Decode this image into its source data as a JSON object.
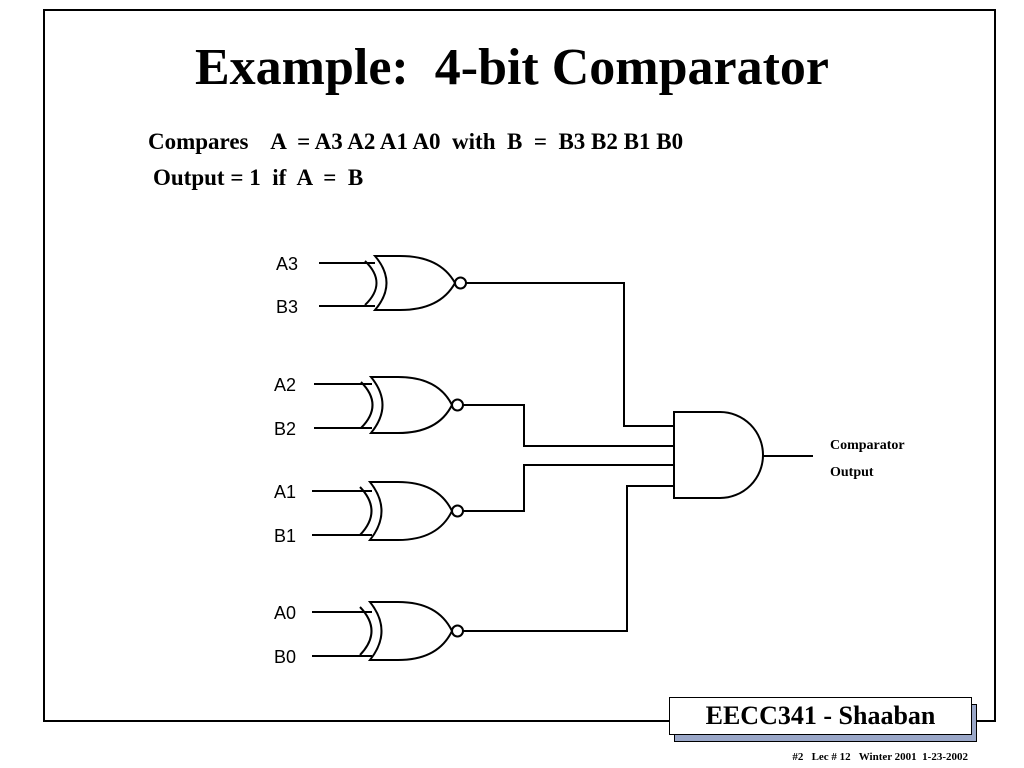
{
  "slide": {
    "title": "Example:  4-bit Comparator",
    "description": [
      "Compares    A  = A3 A2 A1 A0  with  B  =  B3 B2 B1 B0",
      "Output = 1  if  A  =  B"
    ]
  },
  "circuit": {
    "gates": [
      {
        "type": "XNOR",
        "inputs": [
          "A3",
          "B3"
        ]
      },
      {
        "type": "XNOR",
        "inputs": [
          "A2",
          "B2"
        ]
      },
      {
        "type": "XNOR",
        "inputs": [
          "A1",
          "B1"
        ]
      },
      {
        "type": "XNOR",
        "inputs": [
          "A0",
          "B0"
        ]
      }
    ],
    "and_gate": {
      "type": "AND",
      "input_count": 4
    },
    "output_label": [
      "Comparator",
      "Output"
    ]
  },
  "footer": {
    "badge": "EECC341 - Shaaban",
    "note": "#2   Lec # 12   Winter 2001  1-23-2002"
  },
  "colors": {
    "line": "#000000",
    "background": "#ffffff",
    "badge_shadow": "#9aa7c8"
  }
}
